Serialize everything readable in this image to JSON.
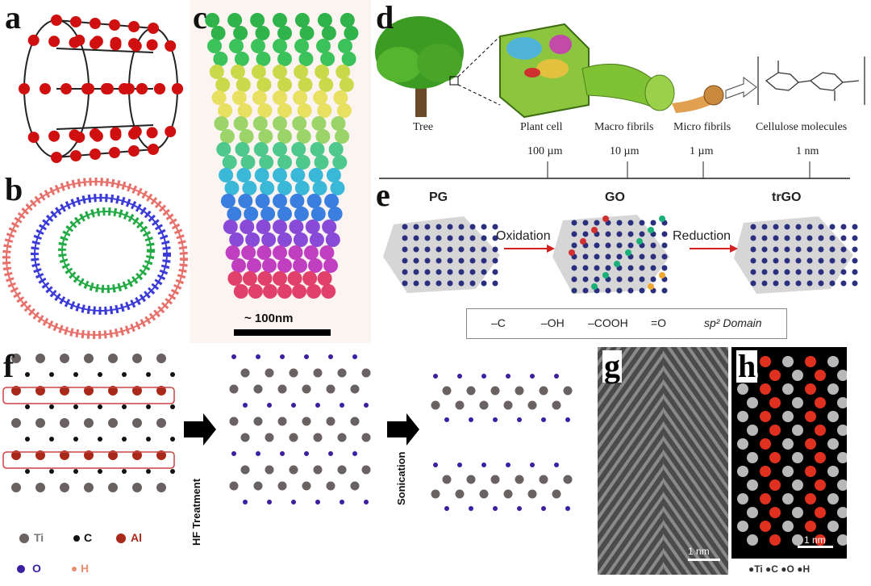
{
  "panels": {
    "a": {
      "label": "a"
    },
    "b": {
      "label": "b"
    },
    "c": {
      "label": "c",
      "scalebar": "~ 100nm"
    },
    "d": {
      "label": "d",
      "stages": [
        "Tree",
        "Plant cell",
        "Macro fibrils",
        "Micro fibrils",
        "Cellulose molecules"
      ],
      "scale": [
        "100 µm",
        "10 µm",
        "1 µm",
        "1 nm"
      ]
    },
    "e": {
      "label": "e",
      "states": [
        "PG",
        "GO",
        "trGO"
      ],
      "steps": [
        "Oxidation",
        "Reduction"
      ],
      "legend": [
        "–C",
        "–OH",
        "–COOH",
        "=O",
        "sp² Domain"
      ]
    },
    "f": {
      "label": "f",
      "steps": [
        "HF Treatment",
        "Sonication"
      ],
      "legend": [
        "Ti",
        "C",
        "Al",
        "O",
        "H"
      ]
    },
    "g": {
      "label": "g",
      "scalebar": "1 nm"
    },
    "h": {
      "label": "h",
      "scalebar": "1 nm",
      "legend": "●Ti ●C ●O ●H"
    }
  },
  "colors": {
    "nanotube_red": "#d01010",
    "outer_tube": "#e8706a",
    "mid_tube": "#3a3ad8",
    "inner_tube": "#22aa44",
    "go_blue": "#2a2f7e",
    "ti_gray": "#7a7070",
    "al_red": "#a8281a",
    "o_purple": "#3b1fa0",
    "h_salmon": "#e89070"
  }
}
